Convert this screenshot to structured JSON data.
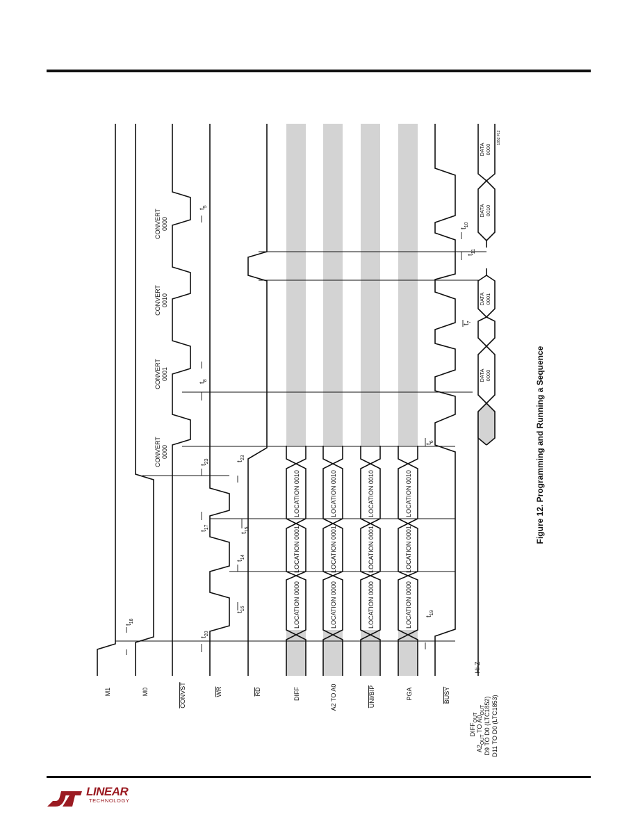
{
  "figure": {
    "caption": "Figure 12. Programming and Running a Sequence",
    "tag": "1852 F12"
  },
  "signals": {
    "m1": "M1",
    "m0": "M0",
    "convst": "CONVST",
    "wr": "WR",
    "rd": "RD",
    "diff": "DIFF",
    "a2a0": "A2 TO A0",
    "unibip": "UNI/BIP",
    "pga": "PGA",
    "busy": "BUSY",
    "out_line1": "DIFF",
    "out_line1_sub": "OUT",
    "out_line2_a": "A2",
    "out_line2_sub1": "OUT",
    "out_line2_b": " TO A0",
    "out_line2_sub2": "OUT",
    "out_line3": "D9 TO D0 (LTC1852)",
    "out_line4": "D11 TO D0 (LTC1853)",
    "hiz": "Hi-Z"
  },
  "locations": [
    "LOCATION 0000",
    "LOCATION 0001",
    "LOCATION 0010"
  ],
  "converts": [
    {
      "word": "CONVERT",
      "code": "0000"
    },
    {
      "word": "CONVERT",
      "code": "0001"
    },
    {
      "word": "CONVERT",
      "code": "0010"
    },
    {
      "word": "CONVERT",
      "code": "0000"
    }
  ],
  "data_words": [
    {
      "word": "DATA",
      "code": "0000"
    },
    {
      "word": "DATA",
      "code": "0001"
    },
    {
      "word": "DATA",
      "code": "0010"
    },
    {
      "word": "DATA",
      "code": "0000"
    }
  ],
  "timing": {
    "t18": {
      "base": "t",
      "sub": "18"
    },
    "t20": {
      "base": "t",
      "sub": "20"
    },
    "t16": {
      "base": "t",
      "sub": "16"
    },
    "t14": {
      "base": "t",
      "sub": "14"
    },
    "t17": {
      "base": "t",
      "sub": "17"
    },
    "t15": {
      "base": "t",
      "sub": "15"
    },
    "t23a": {
      "base": "t",
      "sub": "23"
    },
    "t23b": {
      "base": "t",
      "sub": "23"
    },
    "t19": {
      "base": "t",
      "sub": "19"
    },
    "t6": {
      "base": "t",
      "sub": "6"
    },
    "t8": {
      "base": "t",
      "sub": "8"
    },
    "t7": {
      "base": "t",
      "sub": "7"
    },
    "t11": {
      "base": "t",
      "sub": "11"
    },
    "t10": {
      "base": "t",
      "sub": "10"
    },
    "t5": {
      "base": "t",
      "sub": "5"
    }
  },
  "logo": {
    "main": "LINEAR",
    "sub": "TECHNOLOGY",
    "color": "#9b1b22"
  },
  "colors": {
    "shade": "#d3d3d3",
    "ink": "#111111"
  }
}
